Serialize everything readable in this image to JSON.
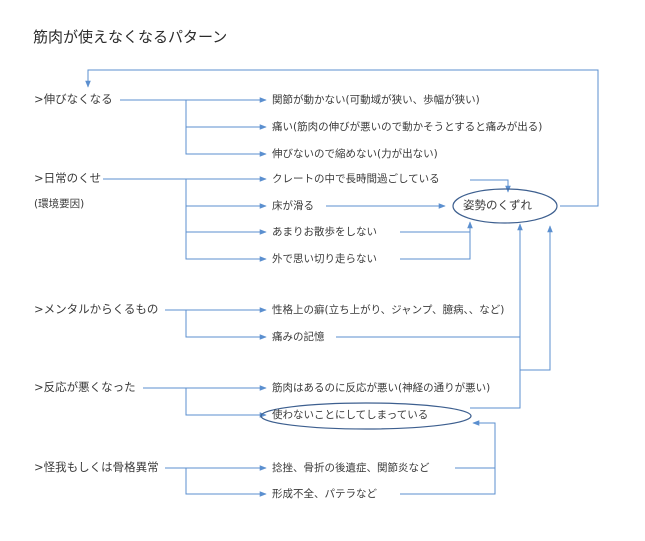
{
  "title": "筋肉が使えなくなるパターン",
  "colors": {
    "line": "#5b8fcf",
    "text": "#3a3a3a",
    "ellipse": "#3d5f8f"
  },
  "categories": [
    {
      "id": "c1",
      "label": ">伸びなくなる",
      "sub": ""
    },
    {
      "id": "c2",
      "label": ">日常のくせ",
      "sub": "(環境要因)"
    },
    {
      "id": "c3",
      "label": ">メンタルからくるもの",
      "sub": ""
    },
    {
      "id": "c4",
      "label": ">反応が悪くなった",
      "sub": ""
    },
    {
      "id": "c5",
      "label": ">怪我もしくは骨格異常",
      "sub": ""
    }
  ],
  "items": [
    "関節が動かない(可動域が狭い、歩幅が狭い)",
    "痛い(筋肉の伸びが悪いので動かそうとすると痛みが出る)",
    "伸びないので縮めない(力が出ない)",
    "クレートの中で長時間過ごしている",
    "床が滑る",
    "あまりお散歩をしない",
    "外で思い切り走らない",
    "性格上の癖(立ち上がり、ジャンプ、臆病、、など)",
    "痛みの記憶",
    "筋肉はあるのに反応が悪い(神経の通りが悪い)",
    "使わないことにしてしまっている",
    "捻挫、骨折の後遺症、関節炎など",
    "形成不全、パテラなど"
  ],
  "outcome": "姿勢のくずれ"
}
